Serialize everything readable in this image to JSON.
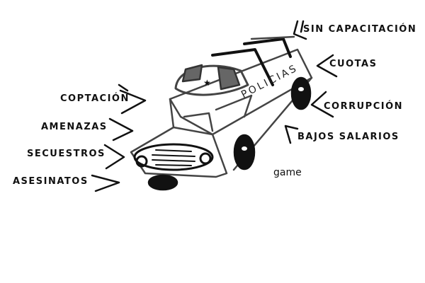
{
  "car": {
    "door_text": "POLICIAS"
  },
  "causes_left": [
    "COPTACIÓN",
    "AMENAZAS",
    "SECUESTROS",
    "ASESINATOS"
  ],
  "causes_right": [
    "SIN CAPACITACIÓN",
    "CUOTAS",
    "CORRUPCIÓN",
    "BAJOS SALARIOS"
  ],
  "caption": "game",
  "colors": {
    "ink": "#111111",
    "outline": "#555555",
    "background": "#ffffff"
  }
}
